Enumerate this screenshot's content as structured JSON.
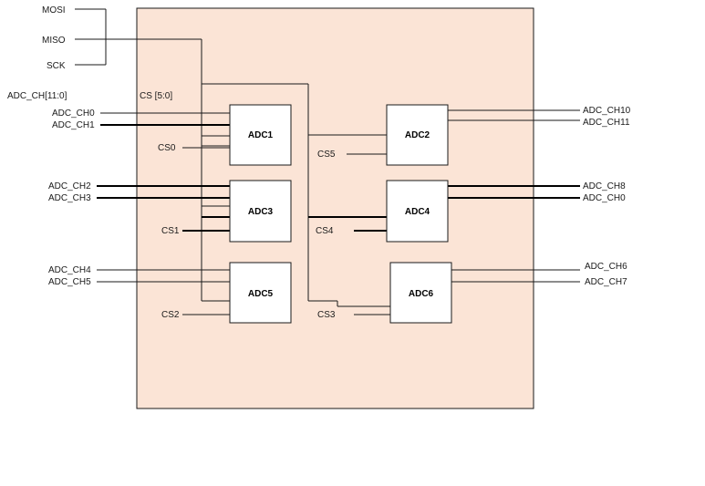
{
  "top_signals": {
    "mosi": "MOSI",
    "miso": "MISO",
    "sck": "SCK"
  },
  "bus_labels": {
    "adc_ch_bus": "ADC_CH[11:0]",
    "cs_bus": "CS [5:0]"
  },
  "blocks": {
    "adc1": "ADC1",
    "adc2": "ADC2",
    "adc3": "ADC3",
    "adc4": "ADC4",
    "adc5": "ADC5",
    "adc6": "ADC6"
  },
  "chip_selects": {
    "cs0": "CS0",
    "cs1": "CS1",
    "cs2": "CS2",
    "cs3": "CS3",
    "cs4": "CS4",
    "cs5": "CS5"
  },
  "left_channels": {
    "ch0": "ADC_CH0",
    "ch1": "ADC_CH1",
    "ch2": "ADC_CH2",
    "ch3": "ADC_CH3",
    "ch4": "ADC_CH4",
    "ch5": "ADC_CH5"
  },
  "right_channels": {
    "ch10": "ADC_CH10",
    "ch11": "ADC_CH11",
    "ch8": "ADC_CH8",
    "ch9": "ADC_CH0",
    "ch6": "ADC_CH6",
    "ch7": "ADC_CH7"
  },
  "colors": {
    "board_fill": "#fbe4d6",
    "block_fill": "#ffffff",
    "line": "#1a1a1a"
  }
}
